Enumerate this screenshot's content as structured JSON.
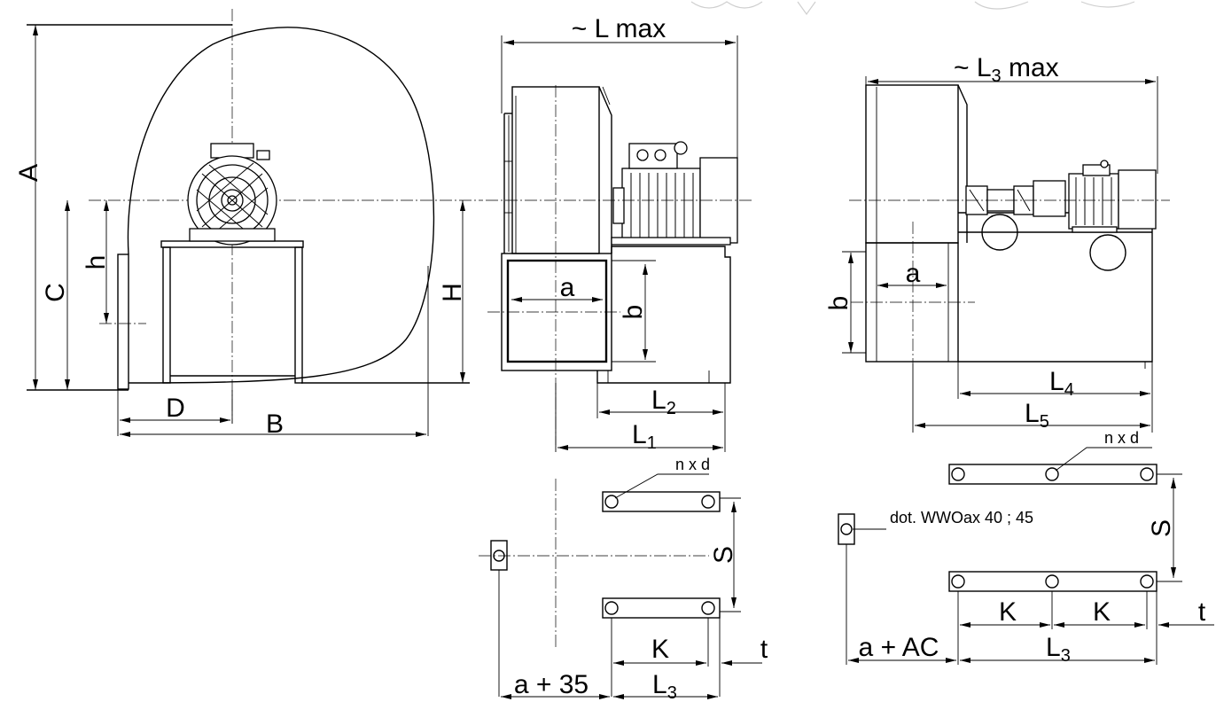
{
  "front_view": {
    "A": "A",
    "C": "C",
    "h": "h",
    "H": "H",
    "D": "D",
    "B": "B"
  },
  "side_view": {
    "l_max": "~ L max",
    "a": "a",
    "b": "b",
    "l2": "L",
    "l2_sub": "2",
    "l1": "L",
    "l1_sub": "1"
  },
  "long_view": {
    "l3_max": "~ L",
    "l3_max_sub": "3",
    "l3_max_suffix": " max",
    "a": "a",
    "b": "b",
    "l4": "L",
    "l4_sub": "4",
    "l5": "L",
    "l5_sub": "5"
  },
  "foot_plan_left": {
    "nxd": "n x d",
    "S": "S",
    "K": "K",
    "t": "t",
    "a35": "a + 35",
    "l3": "L",
    "l3_sub": "3"
  },
  "foot_plan_right": {
    "nxd": "n x d",
    "note": "dot. WWOax 40 ; 45",
    "S": "S",
    "K1": "K",
    "K2": "K",
    "t": "t",
    "aac": "a + AC",
    "l3": "L",
    "l3_sub": "3"
  }
}
